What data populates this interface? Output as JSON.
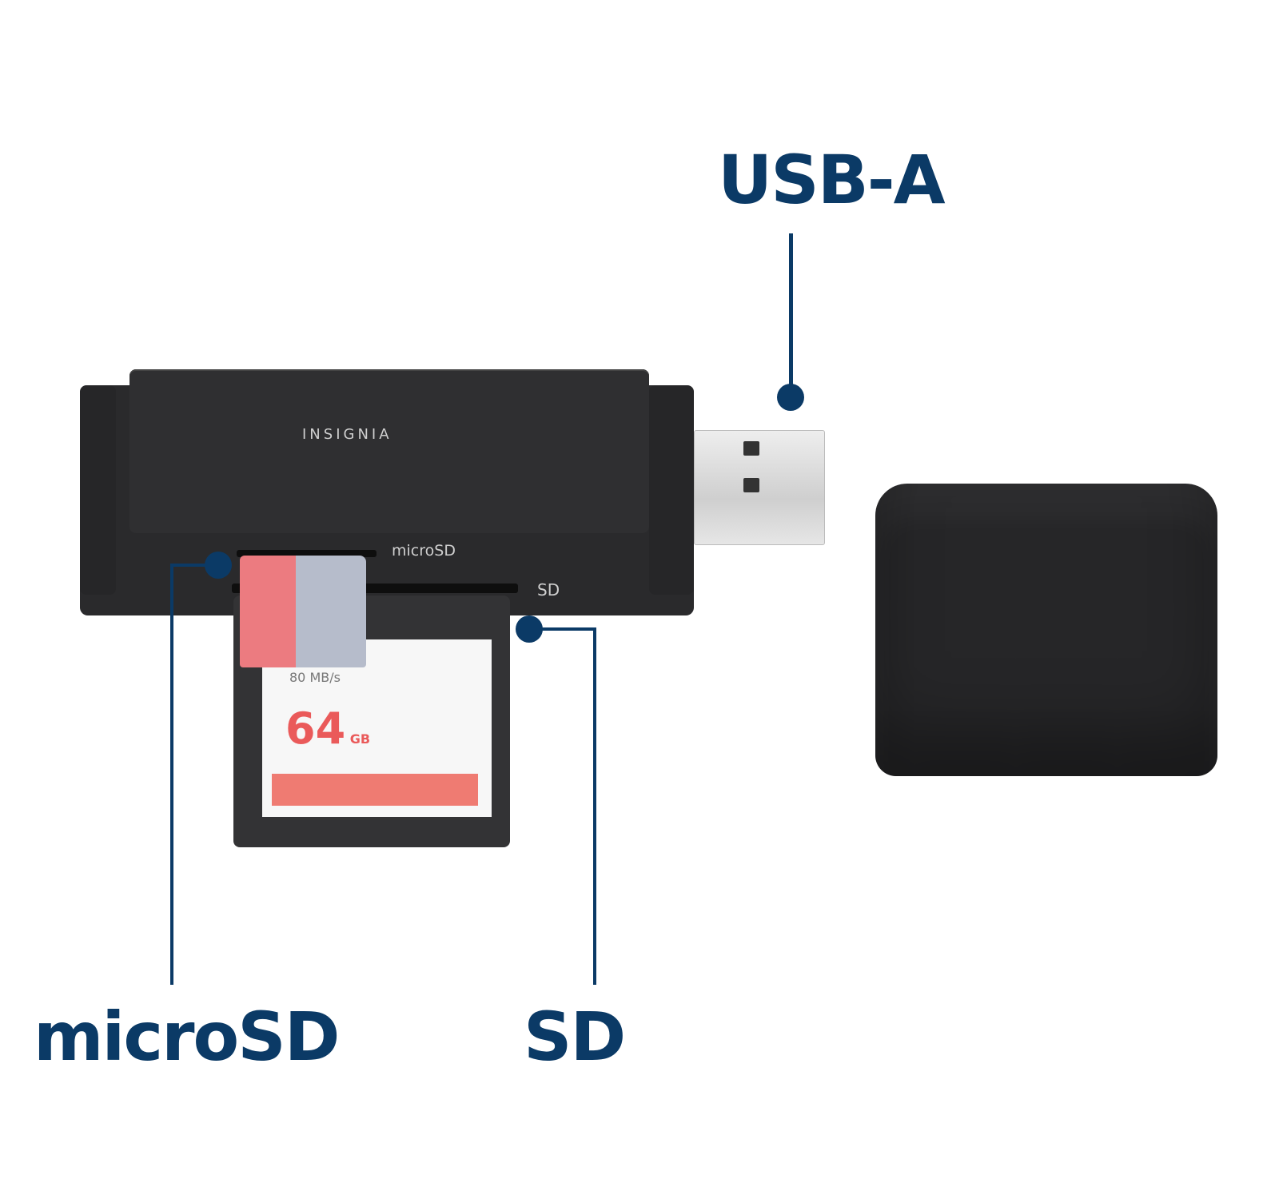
{
  "callouts": {
    "usb_a": "USB-A",
    "microsd": "microSD",
    "sd": "SD"
  },
  "device": {
    "brand": "INSIGNIA",
    "microsd_slot_label": "microSD",
    "sd_slot_label": "SD"
  },
  "cards": {
    "sd_capacity": "64",
    "sd_unit": "GB",
    "sd_speed": "80 MB/s"
  },
  "colors": {
    "callout": "#0b3a66",
    "device": "#2a2a2c",
    "card_red": "#ef7b72"
  }
}
